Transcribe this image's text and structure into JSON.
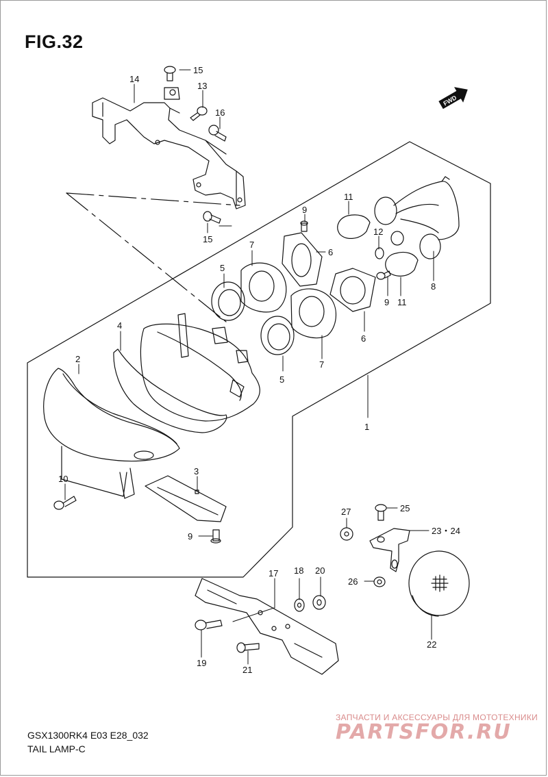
{
  "header": {
    "figure_title": "FIG.32"
  },
  "footer": {
    "model_code": "GSX1300RK4 E03 E28_032",
    "diagram_name": "TAIL LAMP-C"
  },
  "watermark": {
    "tagline": "ЗАПЧАСТИ И АКСЕССУАРЫ ДЛЯ МОТОТЕХНИКИ",
    "logo": "PARTSFOR.RU",
    "color": "#e3a9a9"
  },
  "direction_badge": {
    "label": "FWD",
    "icon": "fwd-arrow-icon"
  },
  "callouts": [
    {
      "id": "c15a",
      "label": "15"
    },
    {
      "id": "c14",
      "label": "14"
    },
    {
      "id": "c13",
      "label": "13"
    },
    {
      "id": "c16",
      "label": "16"
    },
    {
      "id": "c15b",
      "label": "15"
    },
    {
      "id": "c9a",
      "label": "9"
    },
    {
      "id": "c11a",
      "label": "11"
    },
    {
      "id": "c12",
      "label": "12"
    },
    {
      "id": "c7a",
      "label": "7"
    },
    {
      "id": "c6a",
      "label": "6"
    },
    {
      "id": "c5a",
      "label": "5"
    },
    {
      "id": "c9b",
      "label": "9"
    },
    {
      "id": "c11b",
      "label": "11"
    },
    {
      "id": "c8",
      "label": "8"
    },
    {
      "id": "c4",
      "label": "4"
    },
    {
      "id": "c2",
      "label": "2"
    },
    {
      "id": "c6b",
      "label": "6"
    },
    {
      "id": "c7b",
      "label": "7"
    },
    {
      "id": "c5b",
      "label": "5"
    },
    {
      "id": "c1",
      "label": "1"
    },
    {
      "id": "c3",
      "label": "3"
    },
    {
      "id": "c10",
      "label": "10"
    },
    {
      "id": "c9c",
      "label": "9"
    },
    {
      "id": "c27",
      "label": "27"
    },
    {
      "id": "c25",
      "label": "25"
    },
    {
      "id": "c2324",
      "label": "23・24"
    },
    {
      "id": "c26",
      "label": "26"
    },
    {
      "id": "c17",
      "label": "17"
    },
    {
      "id": "c18",
      "label": "18"
    },
    {
      "id": "c20",
      "label": "20"
    },
    {
      "id": "c22",
      "label": "22"
    },
    {
      "id": "c19",
      "label": "19"
    },
    {
      "id": "c21",
      "label": "21"
    }
  ]
}
